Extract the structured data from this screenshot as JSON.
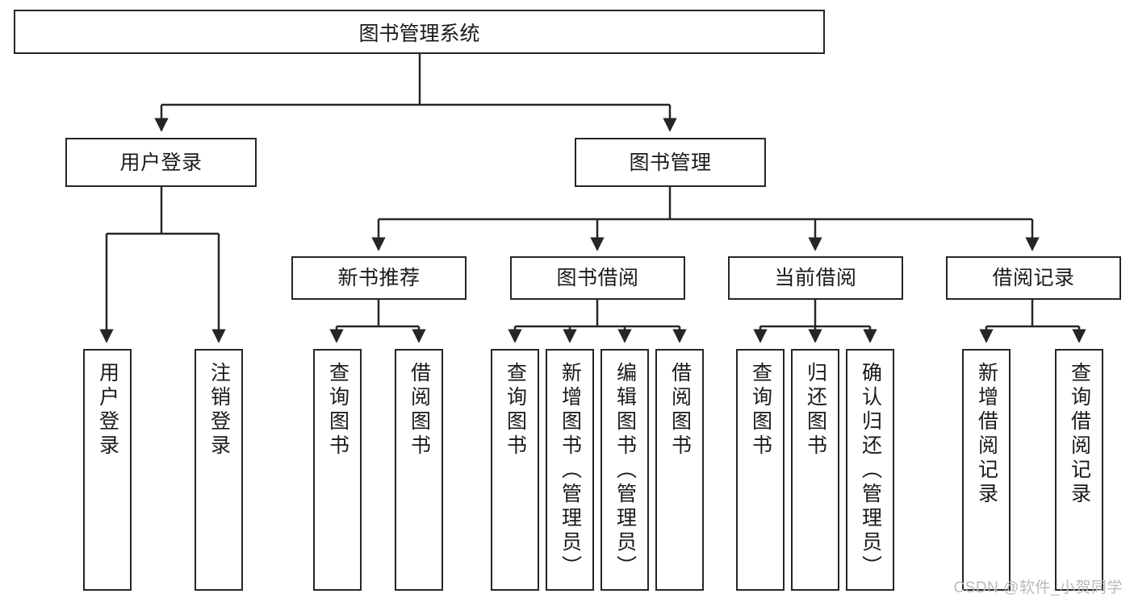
{
  "diagram": {
    "type": "tree",
    "title": "图书管理系统",
    "root": {
      "label": "图书管理系统"
    },
    "level1": [
      {
        "label": "用户登录"
      },
      {
        "label": "图书管理"
      }
    ],
    "level2": [
      {
        "label": "新书推荐"
      },
      {
        "label": "图书借阅"
      },
      {
        "label": "当前借阅"
      },
      {
        "label": "借阅记录"
      }
    ],
    "leaves": {
      "user_login": [
        {
          "label": "用户登录"
        },
        {
          "label": "注销登录"
        }
      ],
      "new_book_recommend": [
        {
          "label": "查询图书"
        },
        {
          "label": "借阅图书"
        }
      ],
      "book_borrow": [
        {
          "label": "查询图书"
        },
        {
          "label": "新增图书（管理员）"
        },
        {
          "label": "编辑图书（管理员）"
        },
        {
          "label": "借阅图书"
        }
      ],
      "current_borrow": [
        {
          "label": "查询图书"
        },
        {
          "label": "归还图书"
        },
        {
          "label": "确认归还（管理员）"
        }
      ],
      "borrow_records": [
        {
          "label": "新增借阅记录"
        },
        {
          "label": "查询借阅记录"
        }
      ]
    }
  },
  "watermark": {
    "text": "CSDN @软件_小贺同学"
  },
  "colors": {
    "stroke": "#262626",
    "background": "#ffffff",
    "text": "#1a1a1a",
    "watermark": "#b9b9b9"
  }
}
